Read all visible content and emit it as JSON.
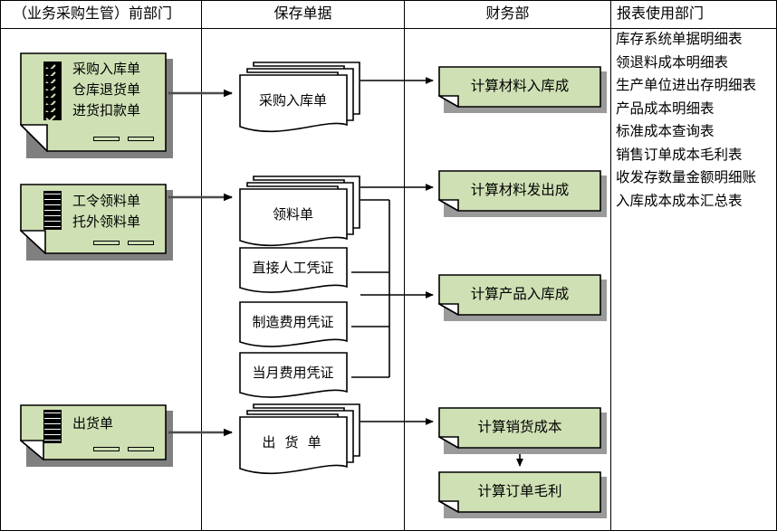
{
  "lanes": [
    {
      "id": "front-dept",
      "title": "（业务采购生管）前部门"
    },
    {
      "id": "save-docs",
      "title": "保存单据"
    },
    {
      "id": "finance-dept",
      "title": "财务部"
    },
    {
      "id": "report-dept",
      "title": "报表使用部门"
    }
  ],
  "source_notes": [
    {
      "id": "purchase-note",
      "lines": [
        "采购入库单",
        "仓库退货单",
        "进货扣款单"
      ]
    },
    {
      "id": "issue-note",
      "lines": [
        "工令领料单",
        "托外领料单"
      ]
    },
    {
      "id": "shipment-note",
      "lines": [
        "出货单"
      ]
    }
  ],
  "documents": [
    {
      "id": "purchase-receipt-doc",
      "label": "采购入库单",
      "stacked": true
    },
    {
      "id": "material-issue-doc",
      "label": "领料单",
      "stacked": true
    },
    {
      "id": "direct-labor-doc",
      "label": "直接人工凭证",
      "stacked": false
    },
    {
      "id": "manufacturing-doc",
      "label": "制造费用凭证",
      "stacked": false
    },
    {
      "id": "monthly-expense-doc",
      "label": "当月费用凭证",
      "stacked": false
    },
    {
      "id": "shipment-doc",
      "label": "出 货 单",
      "stacked": true
    }
  ],
  "processes": [
    {
      "id": "calc-material-in",
      "label": "计算材料入库成"
    },
    {
      "id": "calc-material-out",
      "label": "计算材料发出成"
    },
    {
      "id": "calc-product-in",
      "label": "计算产品入库成"
    },
    {
      "id": "calc-sales-cost",
      "label": "计算销货成本"
    },
    {
      "id": "calc-order-margin",
      "label": "计算订单毛利"
    }
  ],
  "reports": [
    "库存系统单据明细表",
    "领退料成本明细表",
    "生产单位进出存明细表",
    "产品成本明细表",
    "标准成本查询表",
    "销售订单成本毛利表",
    "收发存数量金额明细账",
    "入库成本成本汇总表"
  ],
  "colors": {
    "note_fill": "#cfe0b4",
    "process_fill": "#cfe0b4",
    "shadow": "#8f8f8f",
    "outline": "#000000",
    "doc_fill": "#ffffff",
    "background": "#ffffff"
  }
}
